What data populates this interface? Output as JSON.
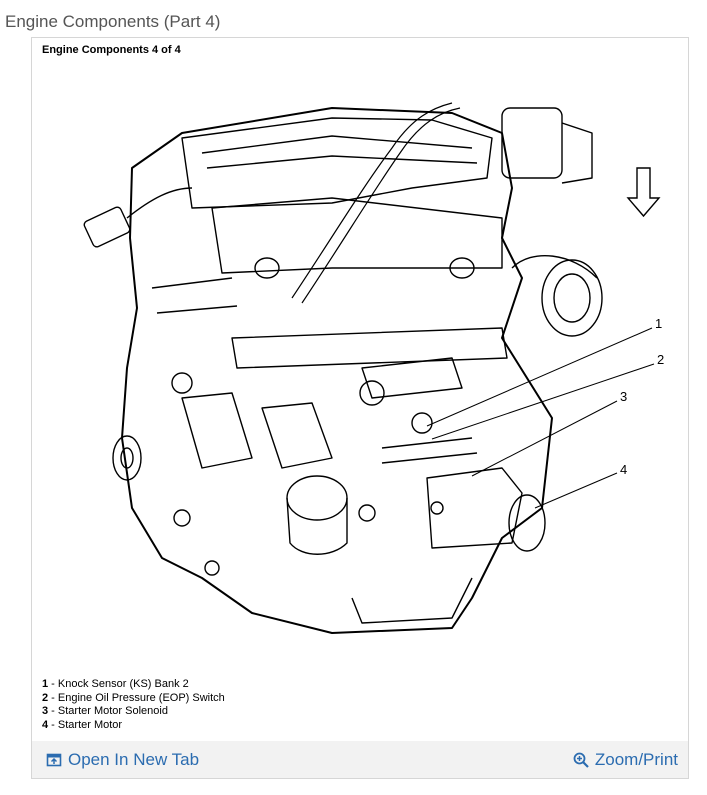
{
  "page": {
    "title": "Engine Components (Part 4)"
  },
  "figure": {
    "title": "Engine Components 4 of 4",
    "callouts": [
      "1",
      "2",
      "3",
      "4"
    ],
    "legend": [
      {
        "num": "1",
        "text": " - Knock Sensor (KS) Bank 2"
      },
      {
        "num": "2",
        "text": " - Engine Oil Pressure (EOP) Switch"
      },
      {
        "num": "3",
        "text": " - Starter Motor Solenoid"
      },
      {
        "num": "4",
        "text": " - Starter Motor"
      }
    ]
  },
  "actions": {
    "open_label": "Open In New Tab",
    "zoom_label": "Zoom/Print"
  },
  "icons": {
    "open": "open-new-tab-icon",
    "zoom": "zoom-in-icon"
  },
  "colors": {
    "link": "#2b6cb0",
    "footer_bg": "#f2f2f2",
    "border": "#d6d6d6"
  }
}
